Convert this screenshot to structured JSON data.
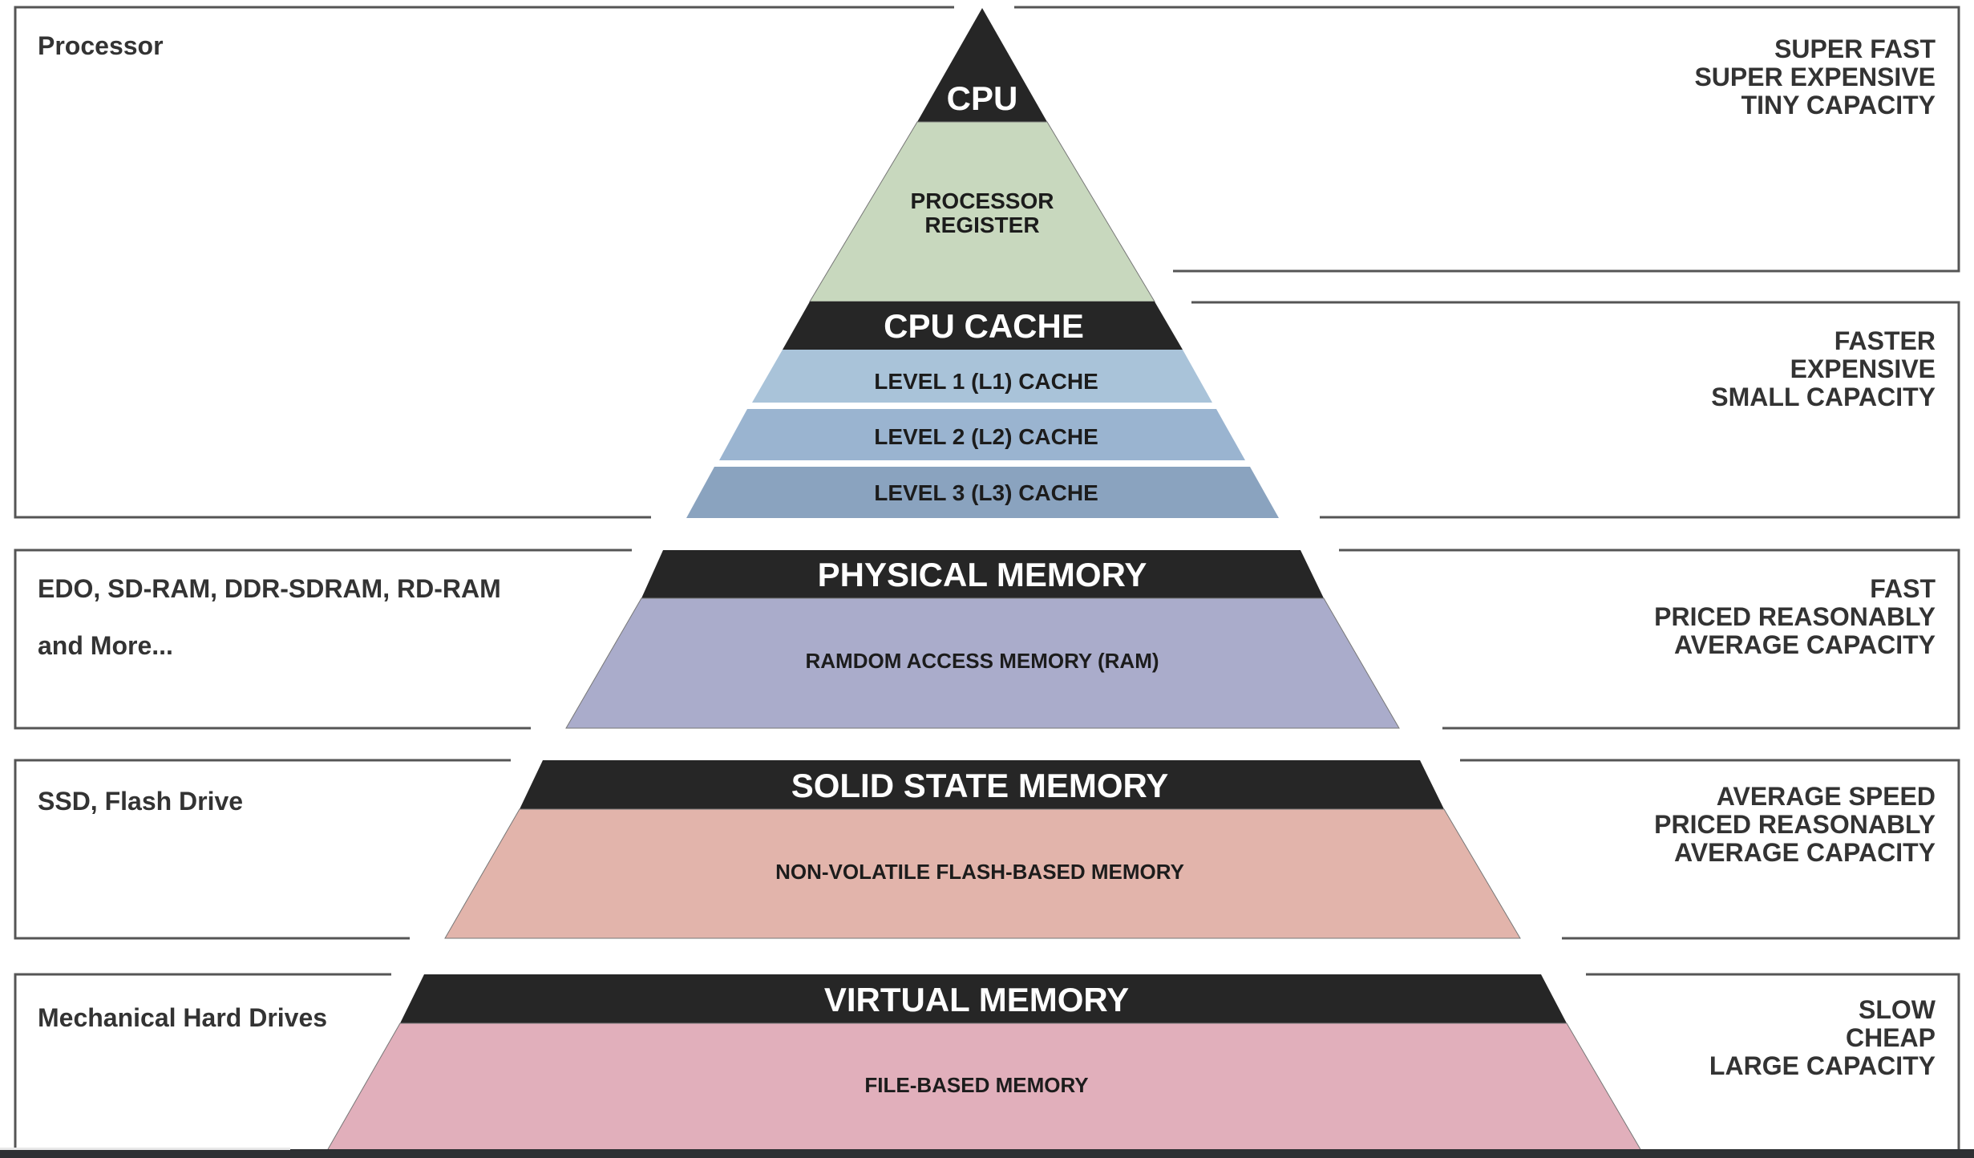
{
  "processor": {
    "left_label": "Processor",
    "right_lines": [
      "SUPER FAST",
      "SUPER EXPENSIVE",
      "TINY CAPACITY"
    ],
    "cpu_label": "CPU",
    "register_lines": [
      "PROCESSOR",
      "REGISTER"
    ],
    "cache_right_lines": [
      "FASTER",
      "EXPENSIVE",
      "SMALL CAPACITY"
    ],
    "cache_header": "CPU CACHE",
    "cache_levels": [
      "LEVEL 1 (L1) CACHE",
      "LEVEL 2 (L2) CACHE",
      "LEVEL 3 (L3) CACHE"
    ]
  },
  "physical": {
    "left_lines": [
      "EDO, SD-RAM, DDR-SDRAM, RD-RAM",
      "and More..."
    ],
    "right_lines": [
      "FAST",
      "PRICED REASONABLY",
      "AVERAGE CAPACITY"
    ],
    "header": "PHYSICAL MEMORY",
    "body": "RAMDOM ACCESS MEMORY (RAM)"
  },
  "solid": {
    "left_label": "SSD, Flash Drive",
    "right_lines": [
      "AVERAGE SPEED",
      "PRICED REASONABLY",
      "AVERAGE CAPACITY"
    ],
    "header": "SOLID STATE MEMORY",
    "body": "NON-VOLATILE FLASH-BASED MEMORY"
  },
  "virtual": {
    "left_label": "Mechanical Hard Drives",
    "right_lines": [
      "SLOW",
      "CHEAP",
      "LARGE CAPACITY"
    ],
    "header": "VIRTUAL MEMORY",
    "body": "FILE-BASED MEMORY"
  },
  "colors": {
    "header": "#262626",
    "register": "#c8d8be",
    "l1": "#a9c3d9",
    "l2": "#9ab4d0",
    "l3": "#8aa3bf",
    "ram": "#aaaccb",
    "ssd": "#e2b4ab",
    "vm": "#e1afbb",
    "frame": "#555555",
    "bottom_bar": "#2e3033"
  }
}
